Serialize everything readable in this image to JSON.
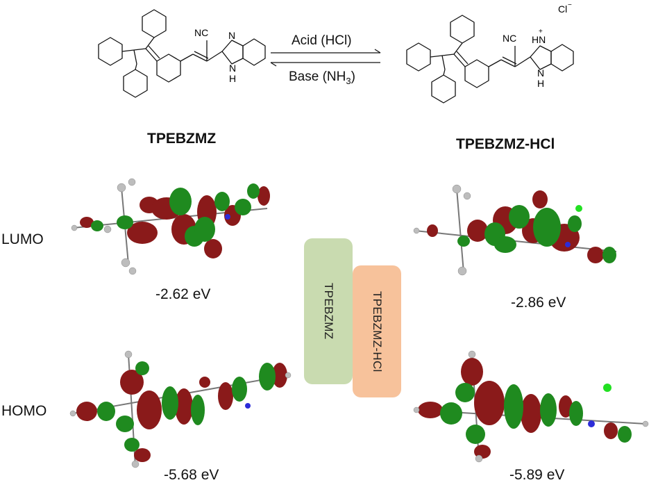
{
  "reaction": {
    "forward_label": "Acid (HCl)",
    "reverse_label_prefix": "Base (NH",
    "reverse_label_sub": "3",
    "reverse_label_suffix": ")"
  },
  "left_structure": {
    "cn_label": "NC",
    "n_label": "N",
    "nh_label": "N",
    "h_label": "H"
  },
  "right_structure": {
    "counterion": "Cl",
    "counterion_charge": "−",
    "cn_label": "NC",
    "nh_plus_label": "HN",
    "plus_charge": "+",
    "nh_label": "N",
    "h_label": "H"
  },
  "compounds": {
    "left_name": "TPEBZMZ",
    "right_name": "TPEBZMZ-HCl"
  },
  "orbitals": {
    "lumo_label": "LUMO",
    "homo_label": "HOMO",
    "left_lumo_energy": "-2.62 eV",
    "right_lumo_energy": "-2.86 eV",
    "left_homo_energy": "-5.68 eV",
    "right_homo_energy": "-5.89 eV"
  },
  "gap_bars": {
    "left_label": "TPEBZMZ",
    "right_label": "TPEBZMZ-HCl",
    "left_color": "#c9dbb0",
    "right_color": "#f7c29b"
  },
  "colors": {
    "lobe_red": "#8a1a1a",
    "lobe_green": "#1f8a1f",
    "atom_carbon": "#9a9a9a",
    "atom_hydrogen": "#e6e6e6",
    "atom_nitrogen": "#2c2cd8",
    "atom_chlorine": "#22e022"
  }
}
